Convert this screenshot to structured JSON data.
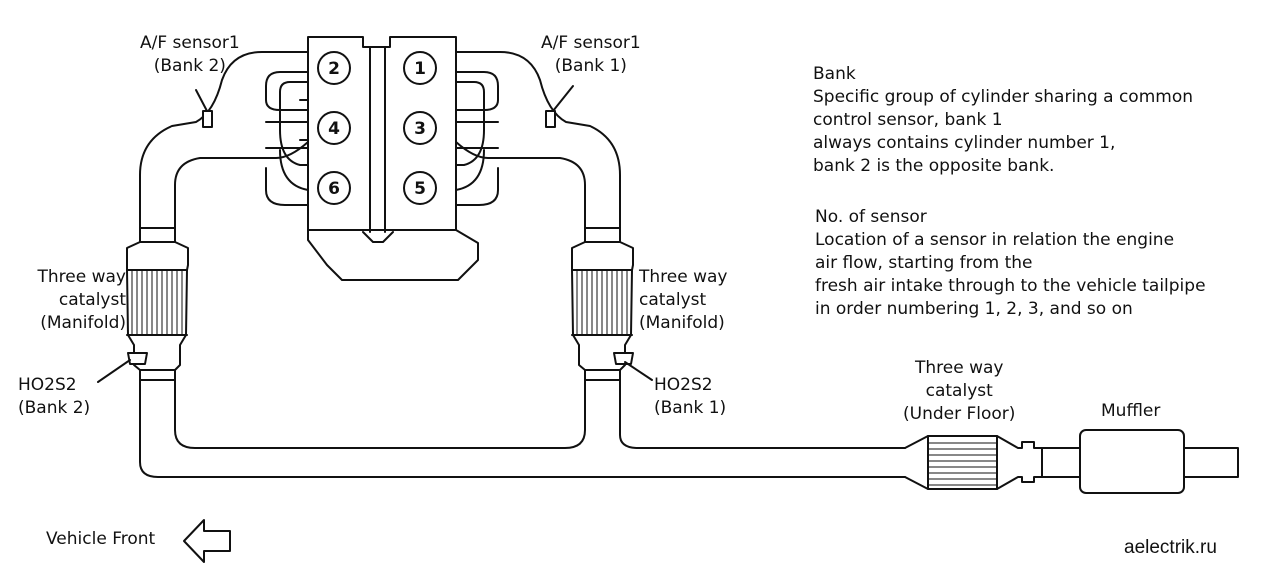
{
  "cylinders": [
    "2",
    "1",
    "4",
    "3",
    "6",
    "5"
  ],
  "labels": {
    "af_sensor_bank2": [
      "A/F sensor1",
      "(Bank 2)"
    ],
    "af_sensor_bank1": [
      "A/F sensor1",
      "(Bank 1)"
    ],
    "catalyst_manifold_left": [
      "Three way",
      "catalyst",
      "(Manifold)"
    ],
    "catalyst_manifold_right": [
      "Three way",
      "catalyst",
      "(Manifold)"
    ],
    "ho2s2_bank2": [
      "HO2S2",
      "(Bank 2)"
    ],
    "ho2s2_bank1": [
      "HO2S2",
      "(Bank 1)"
    ],
    "catalyst_under_floor": [
      "Three way",
      "catalyst",
      "(Under Floor)"
    ],
    "muffler": "Muffler",
    "vehicle_front": "Vehicle Front"
  },
  "definitions": {
    "bank": {
      "title": "Bank",
      "lines": [
        "Specific group of cylinder sharing a common",
        "control sensor, bank 1",
        "always contains cylinder number 1,",
        "bank 2 is the opposite bank."
      ]
    },
    "sensor_no": {
      "title": "No. of sensor",
      "lines": [
        "Location of a sensor in relation the engine",
        "air flow, starting from the",
        "fresh air intake through to the vehicle tailpipe",
        "in order numbering 1, 2, 3, and so on"
      ]
    }
  },
  "watermark": "aelectrik.ru"
}
